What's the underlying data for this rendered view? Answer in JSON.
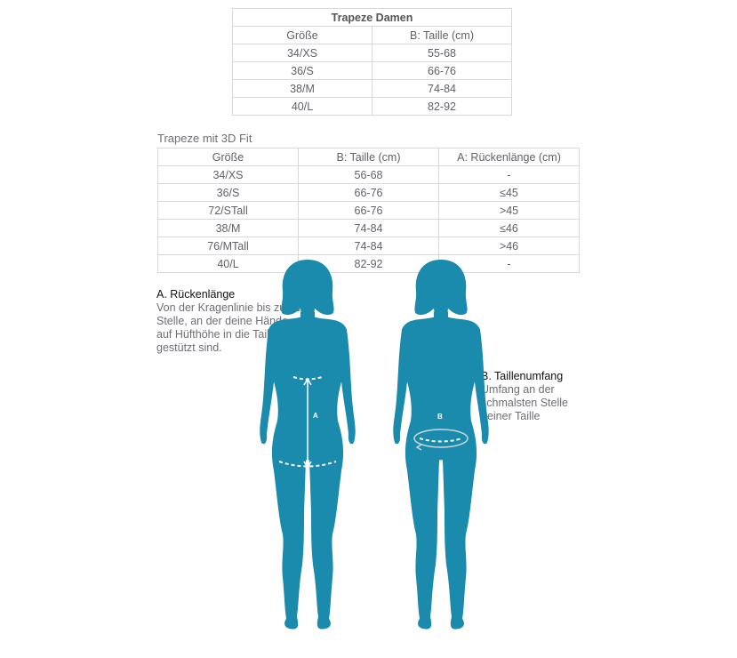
{
  "table1": {
    "title": "Trapeze Damen",
    "headers": [
      "Größe",
      "B: Taille (cm)"
    ],
    "rows": [
      [
        "34/XS",
        "55-68"
      ],
      [
        "36/S",
        "66-76"
      ],
      [
        "38/M",
        "74-84"
      ],
      [
        "40/L",
        "82-92"
      ]
    ]
  },
  "table2": {
    "title": "Trapeze mit 3D Fit",
    "headers": [
      "Größe",
      "B: Taille (cm)",
      "A: Rückenlänge (cm)"
    ],
    "rows": [
      [
        "34/XS",
        "56-68",
        "-"
      ],
      [
        "36/S",
        "66-76",
        "≤45"
      ],
      [
        "72/STall",
        "66-76",
        ">45"
      ],
      [
        "38/M",
        "74-84",
        "≤46"
      ],
      [
        "76/MTall",
        "74-84",
        ">46"
      ],
      [
        "40/L",
        "82-92",
        "-"
      ]
    ]
  },
  "noteA": {
    "title": "A. Rückenlänge",
    "lines": [
      "Von der Kragenlinie bis zu der",
      "Stelle, an der deine Hände",
      "auf Hüfthöhe in die Taille",
      "gestützt sind."
    ]
  },
  "noteB": {
    "title": "B. Taillenumfang",
    "lines": [
      "Umfang an der",
      "schmalsten Stelle",
      "deiner Taille"
    ]
  },
  "figures": {
    "back_label": "A",
    "front_label": "B",
    "color": "#1a8aad"
  }
}
